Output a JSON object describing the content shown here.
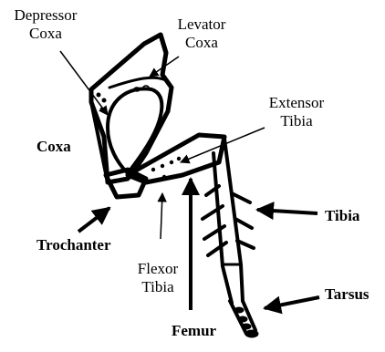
{
  "figure": {
    "labels": {
      "depressor_coxa": [
        "Depressor",
        "Coxa"
      ],
      "levator_coxa": [
        "Levator",
        "Coxa"
      ],
      "extensor_tibia": [
        "Extensor",
        "Tibia"
      ],
      "coxa": "Coxa",
      "trochanter": "Trochanter",
      "flexor_tibia": [
        "Flexor",
        "Tibia"
      ],
      "femur": "Femur",
      "tibia": "Tibia",
      "tarsus": "Tarsus"
    },
    "colors": {
      "ink": "#000000",
      "background": "#ffffff"
    }
  }
}
